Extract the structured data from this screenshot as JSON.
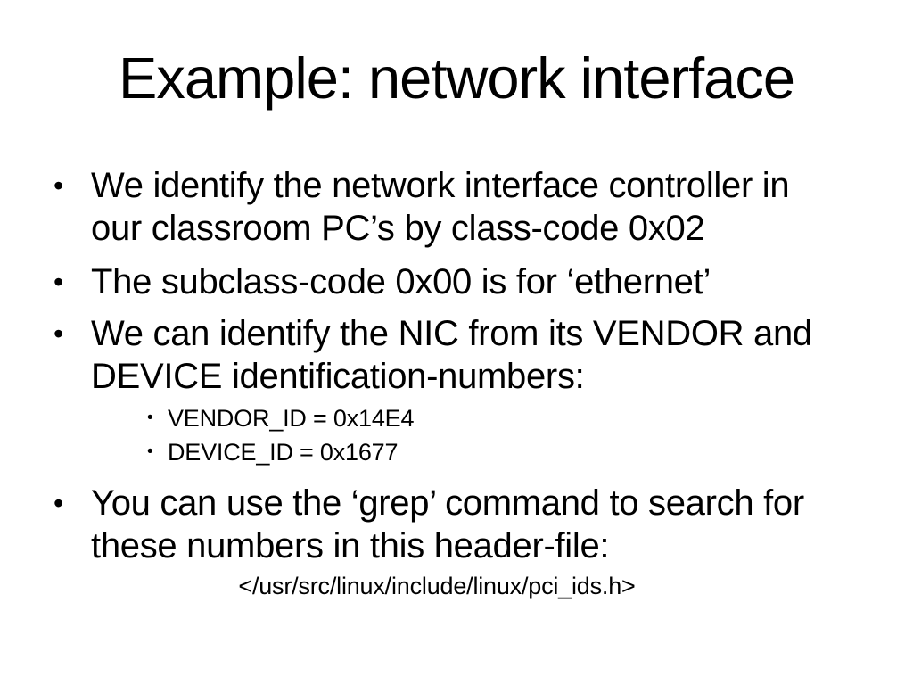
{
  "slide": {
    "title": "Example: network interface",
    "bullet_char": "•",
    "bullets": [
      {
        "level": 1,
        "text": "We identify the network interface controller in our classroom PC’s by class-code 0x02"
      },
      {
        "level": 1,
        "text": "The subclass-code 0x00 is for ‘ethernet’"
      },
      {
        "level": 1,
        "text": "We can identify the NIC from its VENDOR and DEVICE identification-numbers:"
      },
      {
        "level": 2,
        "text": "VENDOR_ID = 0x14E4"
      },
      {
        "level": 2,
        "text": "DEVICE_ID = 0x1677"
      },
      {
        "level": 1,
        "text": "You can use the ‘grep’ command to search for these numbers in this header-file:"
      }
    ],
    "file_path": "</usr/src/linux/include/linux/pci_ids.h>",
    "colors": {
      "background": "#ffffff",
      "text": "#000000"
    }
  }
}
